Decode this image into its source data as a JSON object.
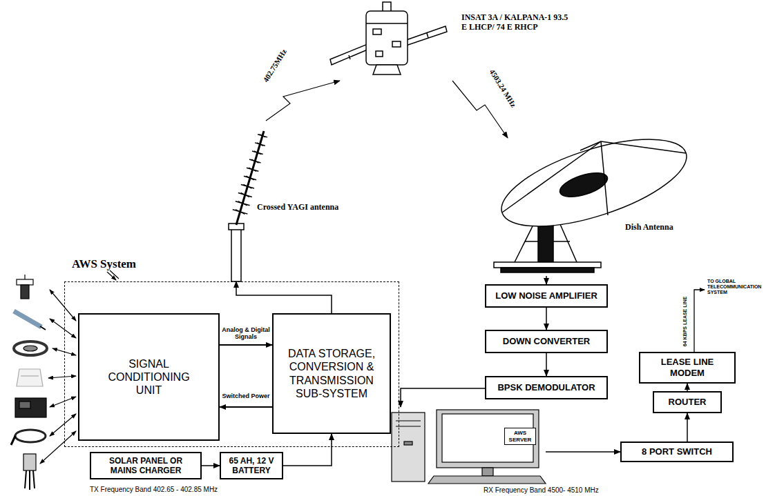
{
  "diagram": {
    "nodes": [
      {
        "text": [
          "INSAT 3A / KALPANA-1 93.5 E LHCP/ 74 E RHCP"
        ]
      },
      {
        "text": [
          "Crossed YAGI antenna"
        ]
      },
      {
        "text": [
          "Dish Antenna"
        ]
      },
      {
        "text": [
          "AWS System"
        ]
      },
      {
        "text": [
          "SIGNAL CONDITIONING UNIT"
        ],
        "in": 3
      },
      {
        "text": [
          "DATA STORAGE, CONVERSION & TRANSMISSION SUB-SYSTEM"
        ],
        "in": 3
      },
      {
        "text": [
          "LOW NOISE AMPLIFIER"
        ]
      },
      {
        "text": [
          "DOWN CONVERTER"
        ]
      },
      {
        "text": [
          "BPSK DEMODULATOR"
        ]
      },
      {
        "text": [
          "AWS SERVER"
        ]
      },
      {
        "text": [
          "8 PORT SWITCH"
        ]
      },
      {
        "text": [
          "ROUTER"
        ]
      },
      {
        "text": [
          "LEASE LINE MODEM"
        ]
      },
      {
        "text": [
          "SOLAR PANEL OR MAINS CHARGER"
        ]
      },
      {
        "text": [
          "65 AH, 12 V BATTERY"
        ]
      }
    ],
    "edges": [
      {
        "from": 1,
        "to": 0,
        "arrow": "to",
        "label": "402.75MHz"
      },
      {
        "from": 0,
        "to": 2,
        "arrow": "to",
        "label": "4503.24 MHz"
      },
      {
        "from": 4,
        "to": 5,
        "arrow": "to",
        "label": "Analog & Digital Signals"
      },
      {
        "from": 5,
        "to": 4,
        "arrow": "to",
        "label": "Switched Power"
      },
      {
        "from": 5,
        "to": 1,
        "arrow": "to"
      },
      {
        "from": 2,
        "to": 6,
        "arrow": "to"
      },
      {
        "from": 6,
        "to": 7,
        "arrow": "to"
      },
      {
        "from": 7,
        "to": 8,
        "arrow": "to"
      },
      {
        "from": 8,
        "to": 9,
        "arrow": "to"
      },
      {
        "from": 9,
        "to": 10,
        "arrow": "to"
      },
      {
        "from": 10,
        "to": 11,
        "arrow": "to"
      },
      {
        "from": 11,
        "to": 12,
        "arrow": "to"
      },
      {
        "from": 13,
        "to": 14,
        "arrow": "to"
      },
      {
        "from": 14,
        "to": 5,
        "arrow": "to"
      }
    ],
    "labels": [
      "64 KBPS LEASE LINE",
      "TO GLOBAL TELECOMMUNICATION SYSTEM",
      "TX Frequency Band 402.65 - 402.85 MHz",
      "RX Frequency Band 4500- 4510 MHz"
    ]
  }
}
